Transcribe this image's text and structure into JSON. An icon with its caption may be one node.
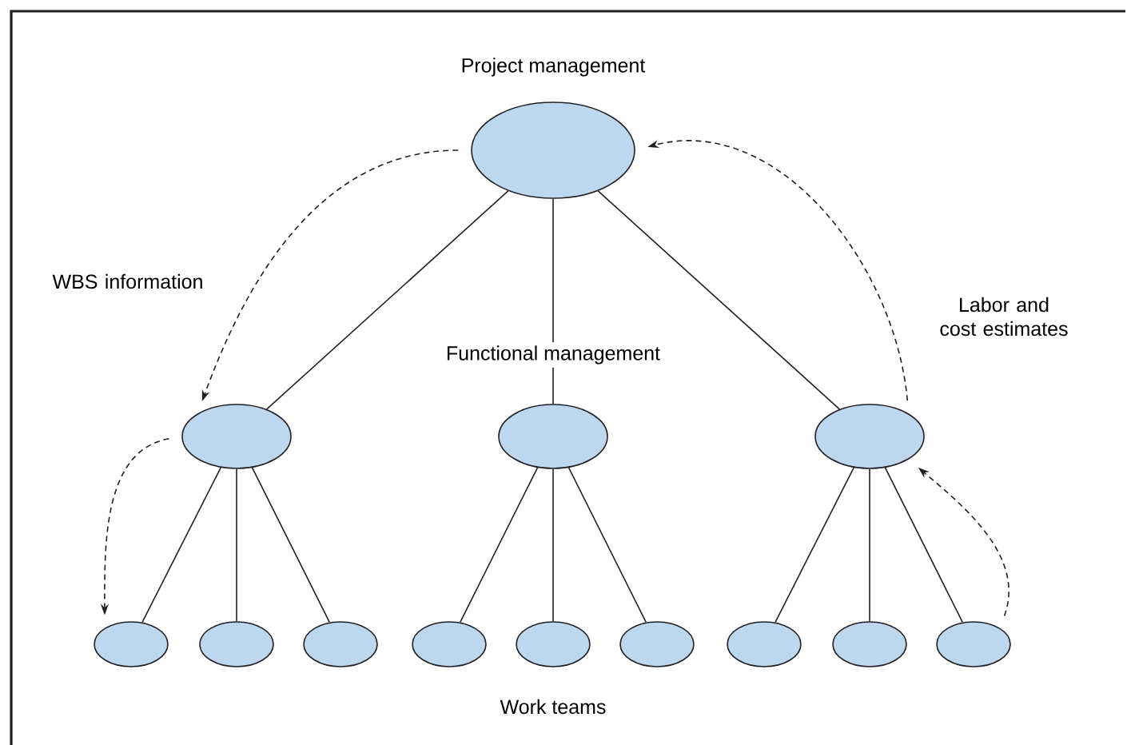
{
  "diagram": {
    "nodes": [
      {
        "text": [
          "Project management"
        ]
      },
      {
        "text": [],
        "shape": "circle"
      },
      {
        "text": [],
        "shape": "circle"
      },
      {
        "text": [],
        "shape": "circle"
      },
      {
        "text": [],
        "shape": "circle"
      },
      {
        "text": [],
        "shape": "circle"
      },
      {
        "text": [],
        "shape": "circle"
      },
      {
        "text": [],
        "shape": "circle"
      },
      {
        "text": [],
        "shape": "circle"
      },
      {
        "text": [],
        "shape": "circle"
      },
      {
        "text": [],
        "shape": "circle"
      },
      {
        "text": [],
        "shape": "circle"
      },
      {
        "text": [],
        "shape": "circle"
      }
    ],
    "edges": [
      {
        "from": 0,
        "to": 1,
        "arrow": "none"
      },
      {
        "from": 0,
        "to": 2,
        "arrow": "none"
      },
      {
        "from": 0,
        "to": 3,
        "arrow": "none"
      },
      {
        "from": 1,
        "to": 4,
        "arrow": "none"
      },
      {
        "from": 1,
        "to": 5,
        "arrow": "none"
      },
      {
        "from": 1,
        "to": 6,
        "arrow": "none"
      },
      {
        "from": 2,
        "to": 7,
        "arrow": "none"
      },
      {
        "from": 2,
        "to": 8,
        "arrow": "none"
      },
      {
        "from": 2,
        "to": 9,
        "arrow": "none"
      },
      {
        "from": 3,
        "to": 10,
        "arrow": "none"
      },
      {
        "from": 3,
        "to": 11,
        "arrow": "none"
      },
      {
        "from": 3,
        "to": 12,
        "arrow": "none"
      },
      {
        "from": 0,
        "to": 1,
        "arrow": "to",
        "style": "dashed",
        "label": "WBS information"
      },
      {
        "from": 1,
        "to": 4,
        "arrow": "to",
        "style": "dashed"
      },
      {
        "from": 12,
        "to": 3,
        "arrow": "to",
        "style": "dashed"
      },
      {
        "from": 3,
        "to": 0,
        "arrow": "to",
        "style": "dashed",
        "label": "Labor and cost estimates"
      }
    ],
    "labels": [
      "Functional management",
      "Work teams"
    ]
  }
}
